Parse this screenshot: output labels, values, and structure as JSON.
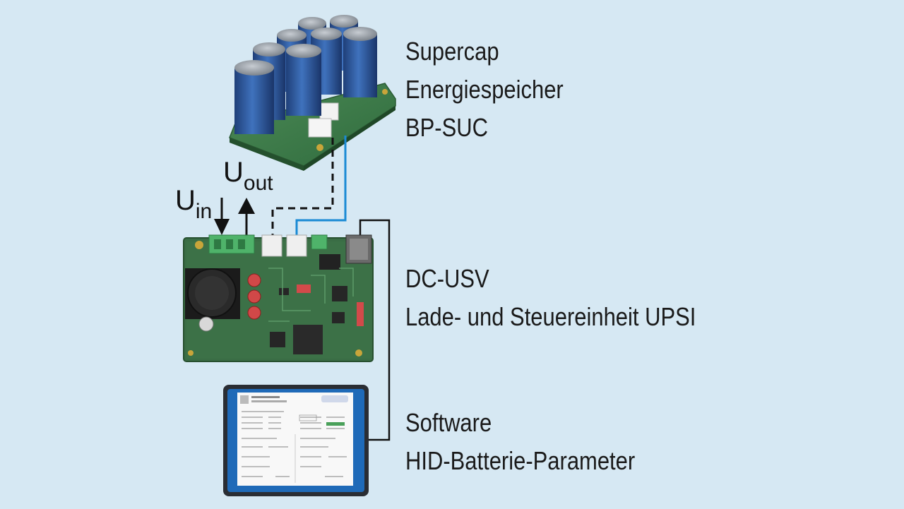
{
  "labels": {
    "supercap": {
      "line1": "Supercap",
      "line2": "Energiespeicher",
      "line3": "BP-SUC"
    },
    "dcusv": {
      "line1": "DC-USV",
      "line2": "Lade- und Steuereinheit UPSI"
    },
    "software": {
      "line1": "Software",
      "line2": "HID-Batterie-Parameter"
    }
  },
  "signals": {
    "uin": {
      "base": "U",
      "sub": "in"
    },
    "uout": {
      "base": "U",
      "sub": "out"
    }
  },
  "colors": {
    "background": "#d6e8f3",
    "pcb_green": "#3d7a4a",
    "capacitor_blue": "#2e5a9c",
    "blue_wire": "#1a8ad4",
    "laptop_frame": "#2a2d33",
    "screen_blue": "#1f6ab8"
  },
  "icons": {
    "supercap_board": "capacitor-module-illustration",
    "upsi_board": "pcb-board-illustration",
    "tablet": "tablet-screen-illustration",
    "arrow_in": "arrow-down-icon",
    "arrow_out": "arrow-up-icon"
  }
}
